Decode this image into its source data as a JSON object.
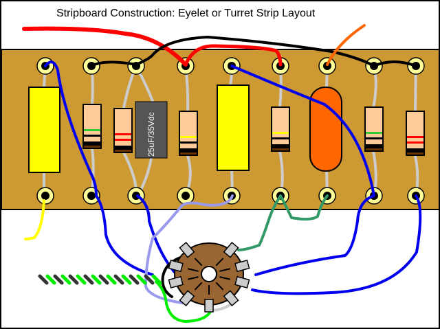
{
  "title": "Stripboard Construction: Eyelet or Turret Strip Layout",
  "colors": {
    "board": "#cc9933",
    "turret_ring": "#ffff99",
    "lead": "#cccccc",
    "resistor_body": "#ffcc99",
    "electrolytic": "#ffff00",
    "film_cap": "#555555",
    "orange_cap": "#ff6600",
    "switch_body": "#996633",
    "wire_red": "#ff0000",
    "wire_black": "#000000",
    "wire_blue": "#0000ee",
    "wire_orange": "#ff6600",
    "wire_yellow": "#ffff00",
    "wire_lavender": "#9999ee",
    "wire_teal": "#339966",
    "wire_green": "#00ee00",
    "wire_grey": "#cccccc"
  },
  "components": [
    {
      "id": "c1",
      "type": "electrolytic",
      "col": 0
    },
    {
      "id": "r1",
      "type": "resistor",
      "col": 1,
      "bands": [
        "#33cc33",
        "#000000",
        "#000000",
        "#663300"
      ]
    },
    {
      "id": "r2",
      "type": "resistor",
      "col": 2,
      "bands": [
        "#ff0000",
        "#ff0000",
        "#000000",
        "#663300"
      ]
    },
    {
      "id": "c2",
      "type": "film",
      "col": 2.5,
      "label": "25uF/35Vdc"
    },
    {
      "id": "r3",
      "type": "resistor",
      "col": 3,
      "bands": [
        "#ffff00",
        "#000000",
        "#000000",
        "#663300"
      ]
    },
    {
      "id": "c3",
      "type": "electrolytic",
      "col": 4
    },
    {
      "id": "r4",
      "type": "resistor",
      "col": 5,
      "bands": [
        "#ffff00",
        "#000000",
        "#000000",
        "#663300"
      ]
    },
    {
      "id": "c4",
      "type": "orange",
      "col": 6
    },
    {
      "id": "r5",
      "type": "resistor",
      "col": 7,
      "bands": [
        "#33cc33",
        "#000000",
        "#000000",
        "#663300"
      ]
    },
    {
      "id": "r6",
      "type": "resistor",
      "col": 8,
      "bands": [
        "#ff0000",
        "#ff0000",
        "#000000",
        "#663300"
      ]
    }
  ],
  "film_cap_label": "25uF/35Vdc"
}
